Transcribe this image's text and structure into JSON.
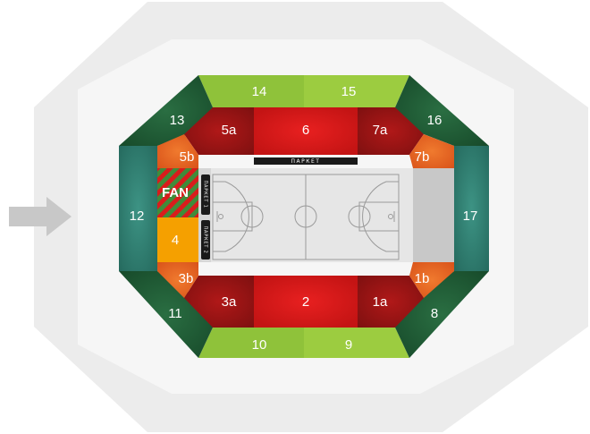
{
  "map": {
    "colors": {
      "outer_ring": "#ececec",
      "inner_ring": "#f5f5f5",
      "dark_green": "#1f5a35",
      "teal": "#2f7f72",
      "light_green": "#8fc23a",
      "red": "#d91c1c",
      "dark_red": "#9b1414",
      "orange": "#e8641e",
      "amber": "#f5a000",
      "court": "#e6e6e6",
      "court_side": "#c4c4c4",
      "parket_bar": "#1a1a1a",
      "entrance_arrow": "#c8c8c8"
    },
    "parket_labels": {
      "top": "ПАРКЕТ",
      "side1": "ПАРКЕТ 1",
      "side2": "ПАРКЕТ 2"
    },
    "sections": {
      "s1a": "1a",
      "s1b": "1b",
      "s2": "2",
      "s3a": "3a",
      "s3b": "3b",
      "s4": "4",
      "s5a": "5a",
      "s5b": "5b",
      "s6": "6",
      "s7a": "7a",
      "s7b": "7b",
      "s8": "8",
      "s9": "9",
      "s10": "10",
      "s11": "11",
      "s12": "12",
      "s13": "13",
      "s14": "14",
      "s15": "15",
      "s16": "16",
      "s17": "17",
      "fan": "FAN"
    }
  }
}
